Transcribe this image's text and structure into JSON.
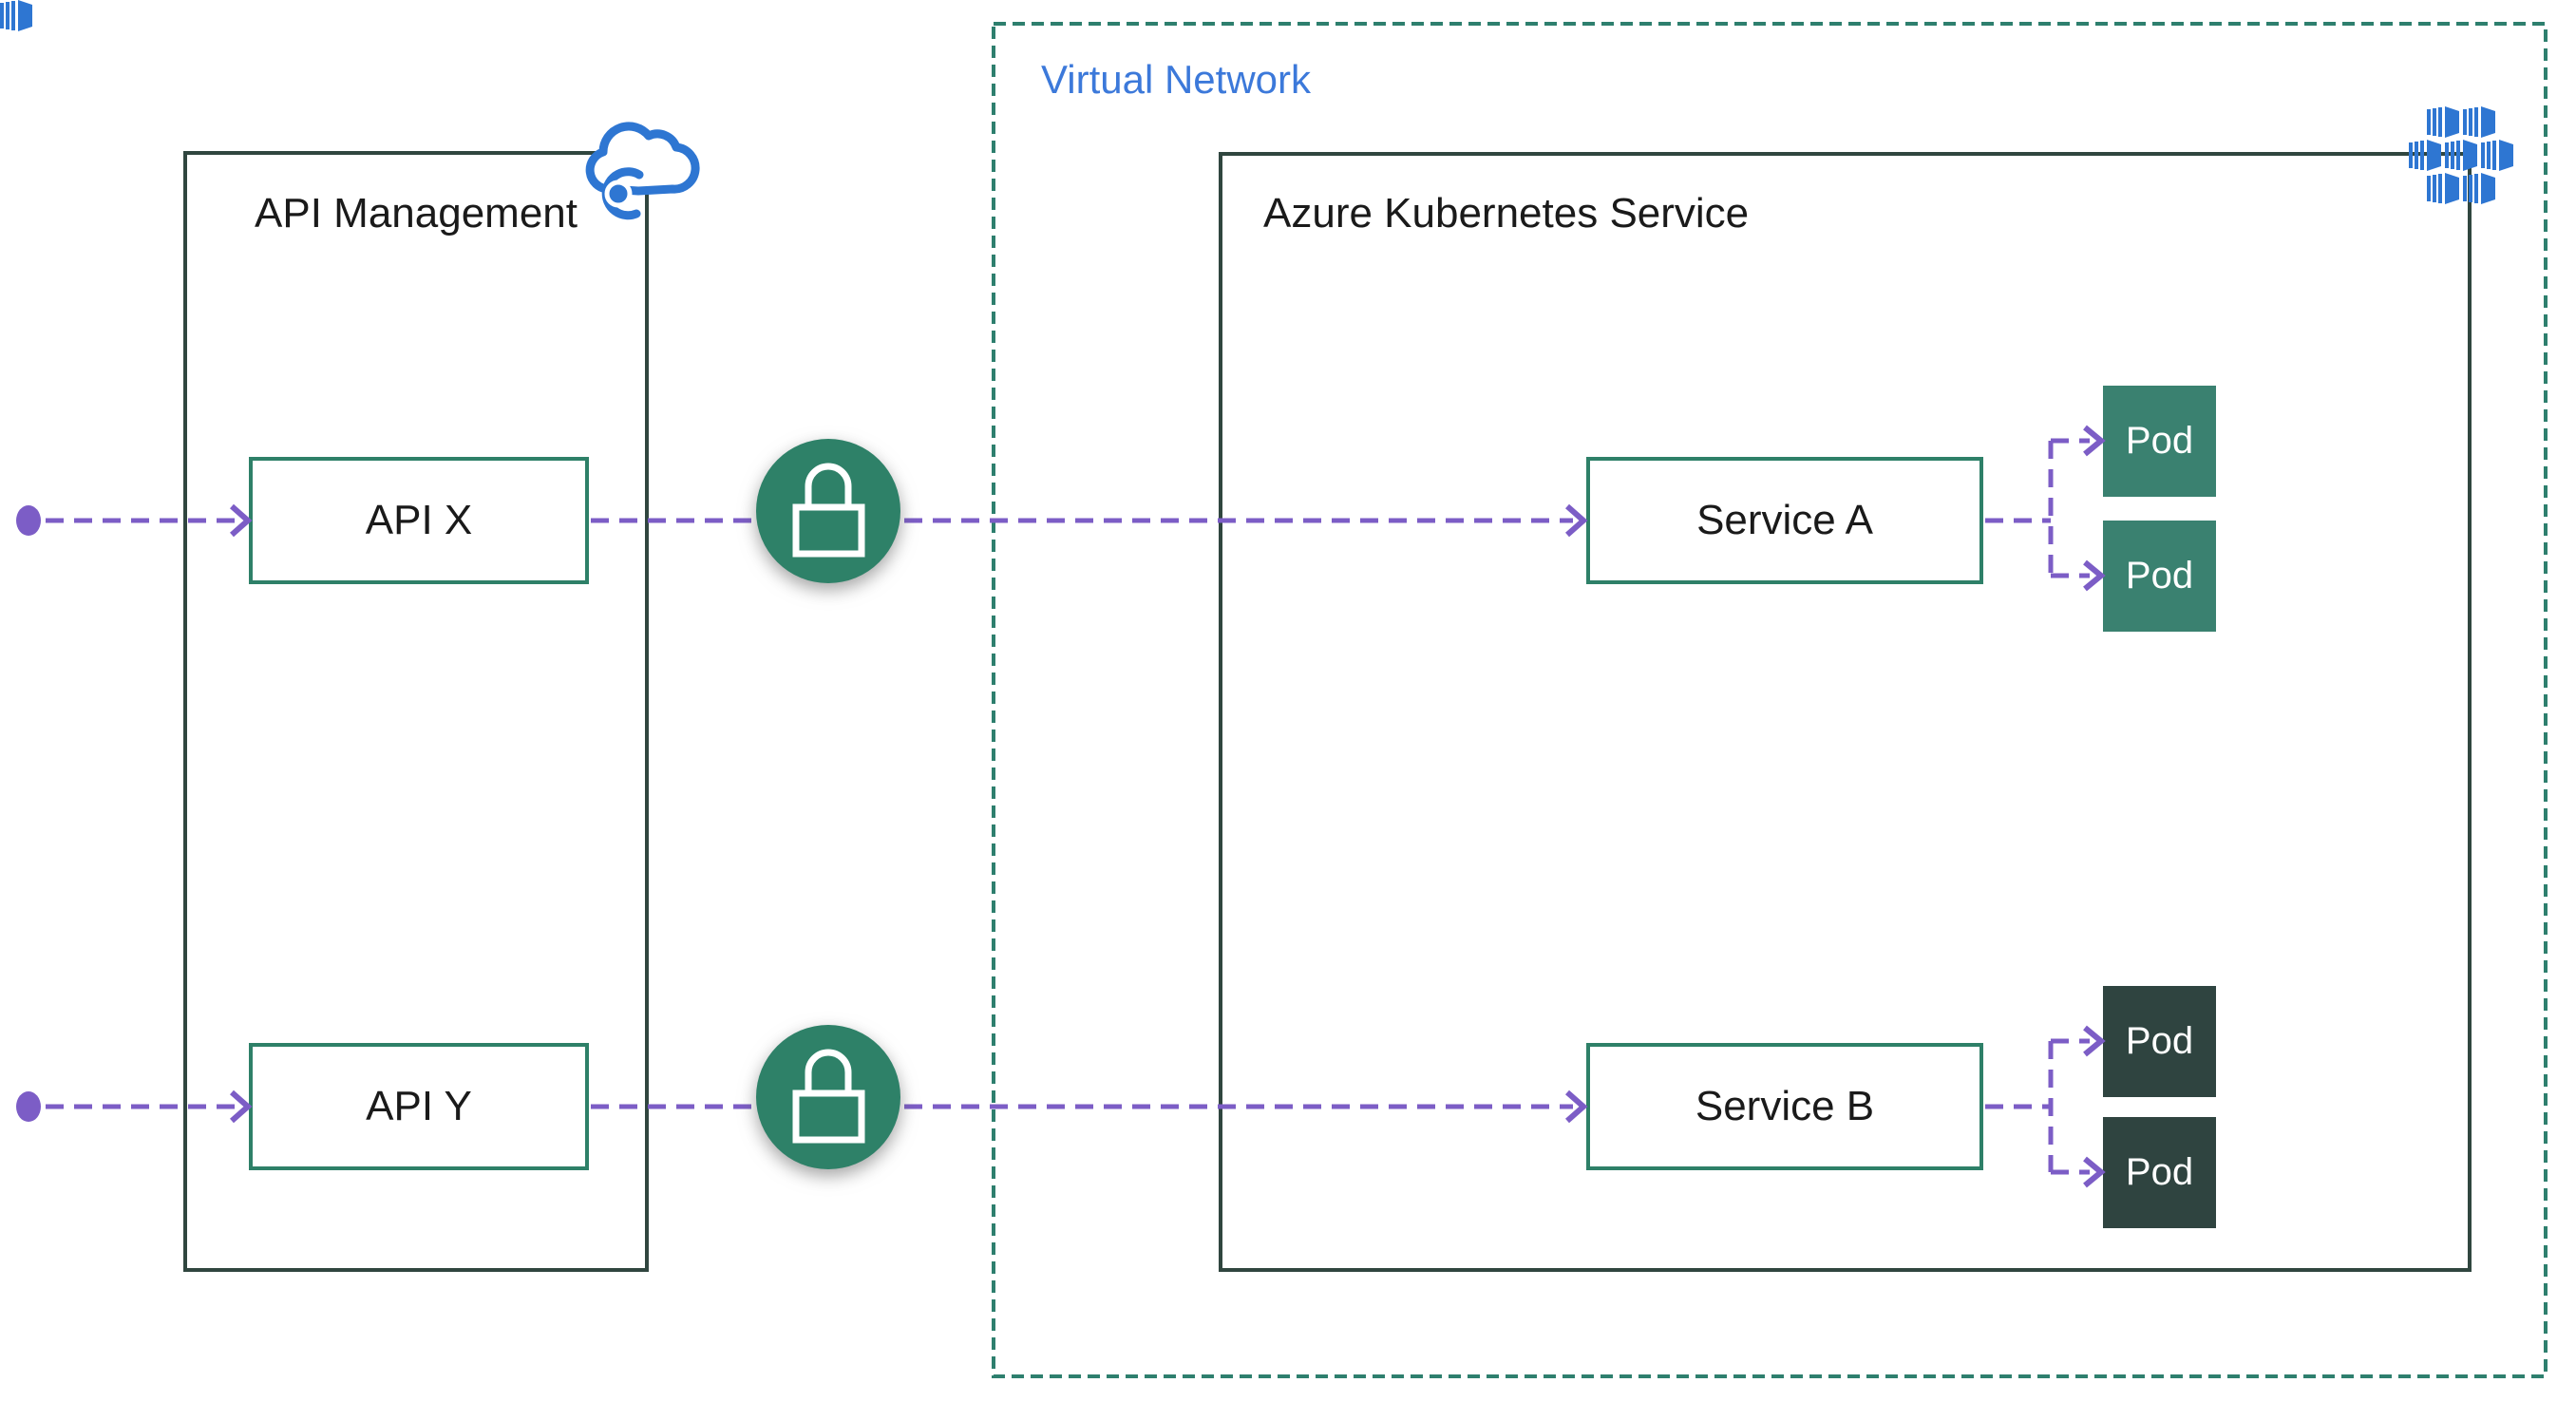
{
  "colors": {
    "accent_purple": "#7C5DC6",
    "teal_border": "#2E8068",
    "lock_green": "#2E8168",
    "pod_green": "#3A8170",
    "pod_dark": "#2F4440",
    "outer_border": "#30463F",
    "vnet_dash": "#2E7F6E",
    "vnet_label_blue": "#3C79DA",
    "icon_blue": "#2E76D2",
    "text_dark": "#1A1A1A"
  },
  "apim": {
    "title": "API Management",
    "icon": "cloud-api-management-icon",
    "apis": [
      {
        "label": "API X"
      },
      {
        "label": "API Y"
      }
    ]
  },
  "vnet": {
    "label": "Virtual Network"
  },
  "aks": {
    "title": "Azure Kubernetes Service",
    "icon": "kubernetes-service-icon",
    "services": [
      {
        "label": "Service A"
      },
      {
        "label": "Service B"
      }
    ]
  },
  "pods": {
    "service_a": [
      {
        "label": "Pod"
      },
      {
        "label": "Pod"
      }
    ],
    "service_b": [
      {
        "label": "Pod"
      },
      {
        "label": "Pod"
      }
    ]
  },
  "icons": {
    "lock": "lock-icon",
    "client": "client-endpoint-dot"
  }
}
